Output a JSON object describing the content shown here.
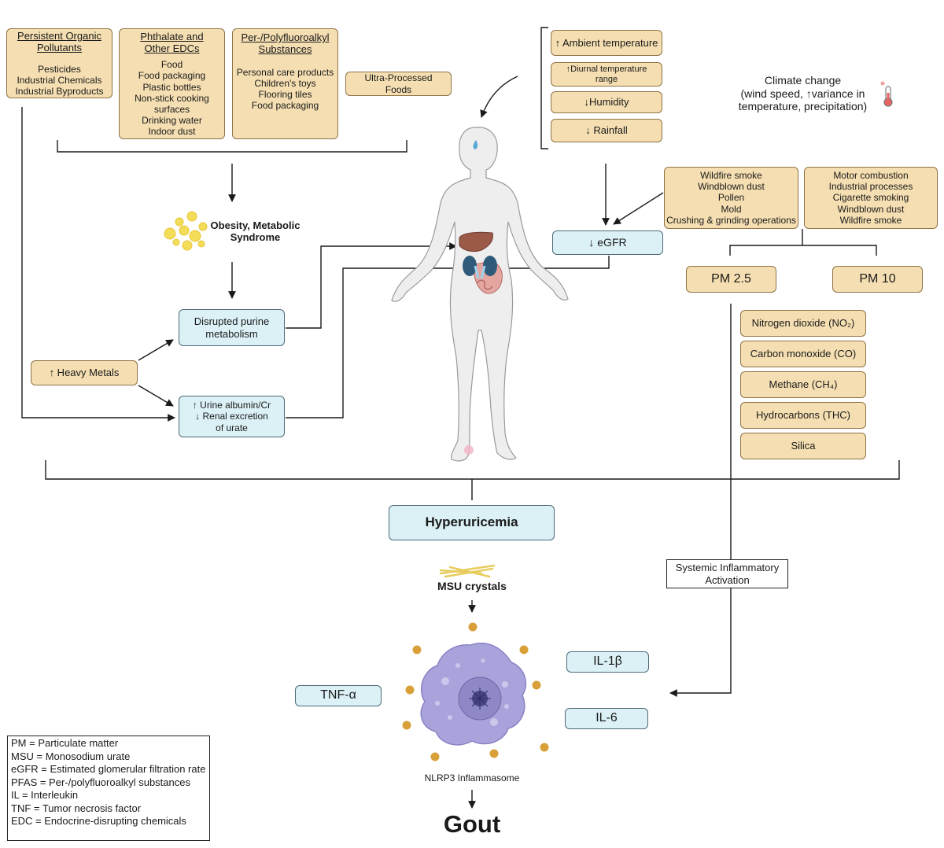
{
  "sources": {
    "pop": {
      "title": "Persistent Organic Pollutants",
      "items": [
        "Pesticides",
        "Industrial Chemicals",
        "Industrial Byproducts"
      ]
    },
    "phthalate": {
      "title": "Phthalate and Other EDCs",
      "items": [
        "Food",
        "Food packaging",
        "Plastic bottles",
        "Non-stick cooking surfaces",
        "Drinking water",
        "Indoor dust"
      ]
    },
    "pfas": {
      "title": "Per-/Polyfluoroalkyl Substances",
      "items": [
        "Personal care products",
        "Children's toys",
        "Flooring tiles",
        "Food packaging"
      ]
    },
    "upf": "Ultra-Processed Foods"
  },
  "climate": {
    "items": [
      "↑ Ambient temperature",
      "↑Diurnal temperature range",
      "↓Humidity",
      "↓ Rainfall"
    ],
    "label_line1": "Climate change",
    "label_line2": "(wind speed, ↑variance in",
    "label_line3": "temperature, precipitation)"
  },
  "pm_sources": {
    "left": [
      "Wildfire smoke",
      "Windblown dust",
      "Pollen",
      "Mold",
      "Crushing & grinding operations"
    ],
    "right": [
      "Motor combustion",
      "Industrial processes",
      "Cigarette smoking",
      "Windblown dust",
      "Wildfire smoke"
    ]
  },
  "pm": {
    "pm25": "PM 2.5",
    "pm10": "PM 10"
  },
  "gases": [
    "Nitrogen dioxide (NO₂)",
    "Carbon monoxide (CO)",
    "Methane (CH₄)",
    "Hydrocarbons (THC)",
    "Silica"
  ],
  "egfr": "↓ eGFR",
  "obesity": {
    "line1": "Obesity, Metabolic",
    "line2": "Syndrome"
  },
  "purine": "Disrupted purine metabolism",
  "heavy_metals": "↑ Heavy Metals",
  "urine": {
    "line1": "↑ Urine albumin/Cr",
    "line2": "↓ Renal excretion",
    "line3": "of urate"
  },
  "hyperuricemia": "Hyperuricemia",
  "msu": "MSU crystals",
  "systemic": {
    "line1": "Systemic Inflammatory",
    "line2": "Activation"
  },
  "cytokines": {
    "il1b": "IL-1β",
    "il6": "IL-6",
    "tnf": "TNF-α"
  },
  "nlrp3": "NLRP3 Inflammasome",
  "gout": "Gout",
  "legend": [
    "PM = Particulate matter",
    "MSU = Monosodium urate",
    "eGFR = Estimated glomerular filtration rate",
    "PFAS = Per-/polyfluoroalkyl substances",
    "IL = Interleukin",
    "TNF = Tumor necrosis factor",
    "EDC = Endocrine-disrupting chemicals"
  ],
  "colors": {
    "source_fill": "#f5dfb2",
    "source_border": "#8e7346",
    "process_fill": "#dcf1f6",
    "process_border": "#4c6a78",
    "cell": "#a9a3db",
    "dots": "#d9a03a"
  }
}
